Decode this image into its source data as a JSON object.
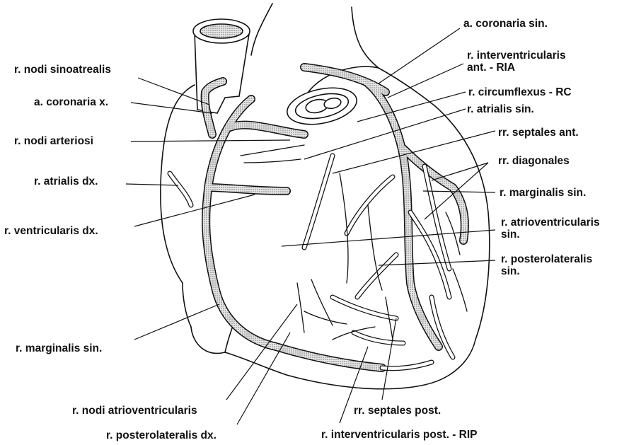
{
  "labels": {
    "a_coronaria_sin": "a. coronaria sin.",
    "r_interventricularis_ant_1": "r. interventricularis",
    "r_interventricularis_ant_2": "ant. - RIA",
    "r_circumflexus": "r. circumflexus - RC",
    "r_atrialis_sin": "r. atrialis sin.",
    "rr_septales_ant": "rr. septales ant.",
    "rr_diagonales": "rr. diagonales",
    "r_marginalis_sin_right": "r. marginalis sin.",
    "r_atrioventricularis_sin_1": "r. atrioventricularis",
    "r_atrioventricularis_sin_2": "sin.",
    "r_posterolateralis_sin_1": "r. posterolateralis",
    "r_posterolateralis_sin_2": "sin.",
    "r_nodi_sinoatrealis": "r. nodi sinoatrealis",
    "a_coronaria_dx": "a. coronaria  x.",
    "r_nodi_arteriosi": "r. nodi arteriosi",
    "r_atrialis_dx": "r. atrialis dx.",
    "r_ventricularis_dx": "r. ventricularis dx.",
    "r_marginalis_sin_left": "r. marginalis sin.",
    "r_nodi_atrioventricularis": "r. nodi atrioventricularis",
    "r_posterolateralis_dx": "r. posterolateralis dx.",
    "rr_septales_post": "rr. septales post.",
    "r_interventricularis_post": "r. interventricularis post. - RIP"
  },
  "colors": {
    "ink": "#111111",
    "vessel_fill": "#bdbdbd",
    "background": "#ffffff"
  }
}
